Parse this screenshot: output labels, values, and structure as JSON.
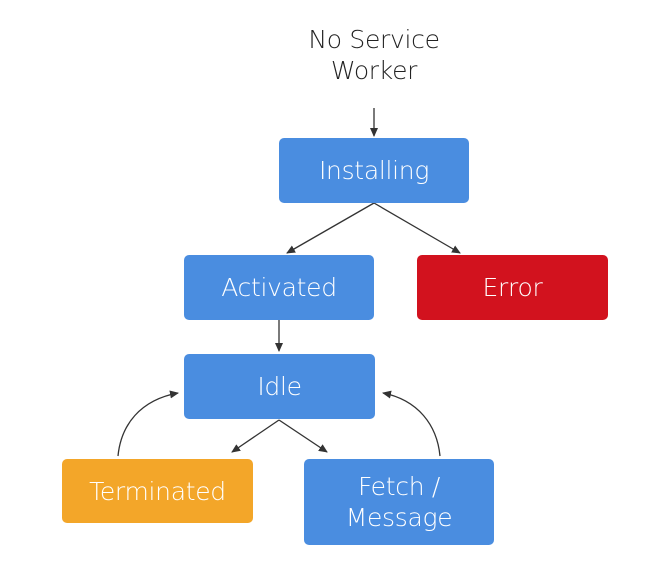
{
  "start": {
    "line1": "No Service",
    "line2": "Worker"
  },
  "nodes": {
    "installing": "Installing",
    "activated": "Activated",
    "error": "Error",
    "idle": "Idle",
    "terminated": "Terminated",
    "fetch_line1": "Fetch /",
    "fetch_line2": "Message"
  },
  "colors": {
    "state_blue": "#4a8de0",
    "error_red": "#d2121e",
    "terminated_orange": "#f3a629",
    "arrow": "#333333"
  }
}
